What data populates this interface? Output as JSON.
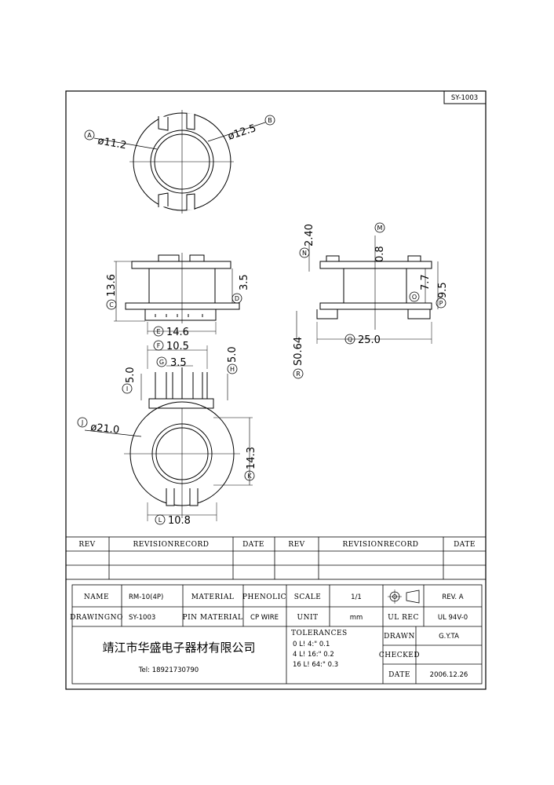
{
  "drawing_code": "SY-1003",
  "callouts": {
    "A": {
      "letter": "A",
      "value": "ø11.2"
    },
    "B": {
      "letter": "B",
      "value": "ø12.5"
    },
    "C": {
      "letter": "C",
      "value": "13.6"
    },
    "D": {
      "letter": "D",
      "value": "3.5"
    },
    "E": {
      "letter": "E",
      "value": "14.6"
    },
    "F": {
      "letter": "F",
      "value": "10.5"
    },
    "G": {
      "letter": "G",
      "value": "3.5"
    },
    "H": {
      "letter": "H",
      "value": "5.0"
    },
    "I": {
      "letter": "I",
      "value": "5.0"
    },
    "J": {
      "letter": "J",
      "value": "ø21.0"
    },
    "K": {
      "letter": "K",
      "value": "14.3"
    },
    "L": {
      "letter": "L",
      "value": "10.8"
    },
    "M": {
      "letter": "M",
      "value": "0.8"
    },
    "N": {
      "letter": "N",
      "value": "2.40"
    },
    "O": {
      "letter": "O",
      "value": "7.7"
    },
    "P": {
      "letter": "P",
      "value": "9.5"
    },
    "Q": {
      "letter": "Q",
      "value": "25.0"
    },
    "R": {
      "letter": "R",
      "value": "S0.64"
    }
  },
  "revision_table": {
    "headers": [
      "REV",
      "REVISIONRECORD",
      "DATE",
      "REV",
      "REVISIONRECORD",
      "DATE"
    ]
  },
  "title_block": {
    "name_label": "NAME",
    "name_value": "RM-10(4P)",
    "material_label": "MATERIAL",
    "material_value": "PHENOLIC",
    "scale_label": "SCALE",
    "scale_value": "1/1",
    "rev_value": "REV. A",
    "drawingno_label": "DRAWINGNO",
    "drawingno_value": "SY-1003",
    "pin_material_label": "PIN MATERIAL",
    "pin_material_value": "CP WIRE",
    "unit_label": "UNIT",
    "unit_value": "mm",
    "ul_rec_label": "UL REC",
    "ul_rec_value": "UL 94V-0",
    "company": "靖江市华盛电子器材有限公司",
    "phone": "Tel: 18921730790",
    "tolerances_label": "TOLERANCES",
    "tolerance_lines": [
      "0  L! 4:\" 0.1",
      "4  L! 16:\" 0.2",
      "16  L! 64:\" 0.3"
    ],
    "drawn_label": "DRAWN",
    "drawn_value": "G.Y.TA",
    "checked_label": "CHECKED",
    "checked_value": "",
    "date_label": "DATE",
    "date_value": "2006.12.26"
  }
}
